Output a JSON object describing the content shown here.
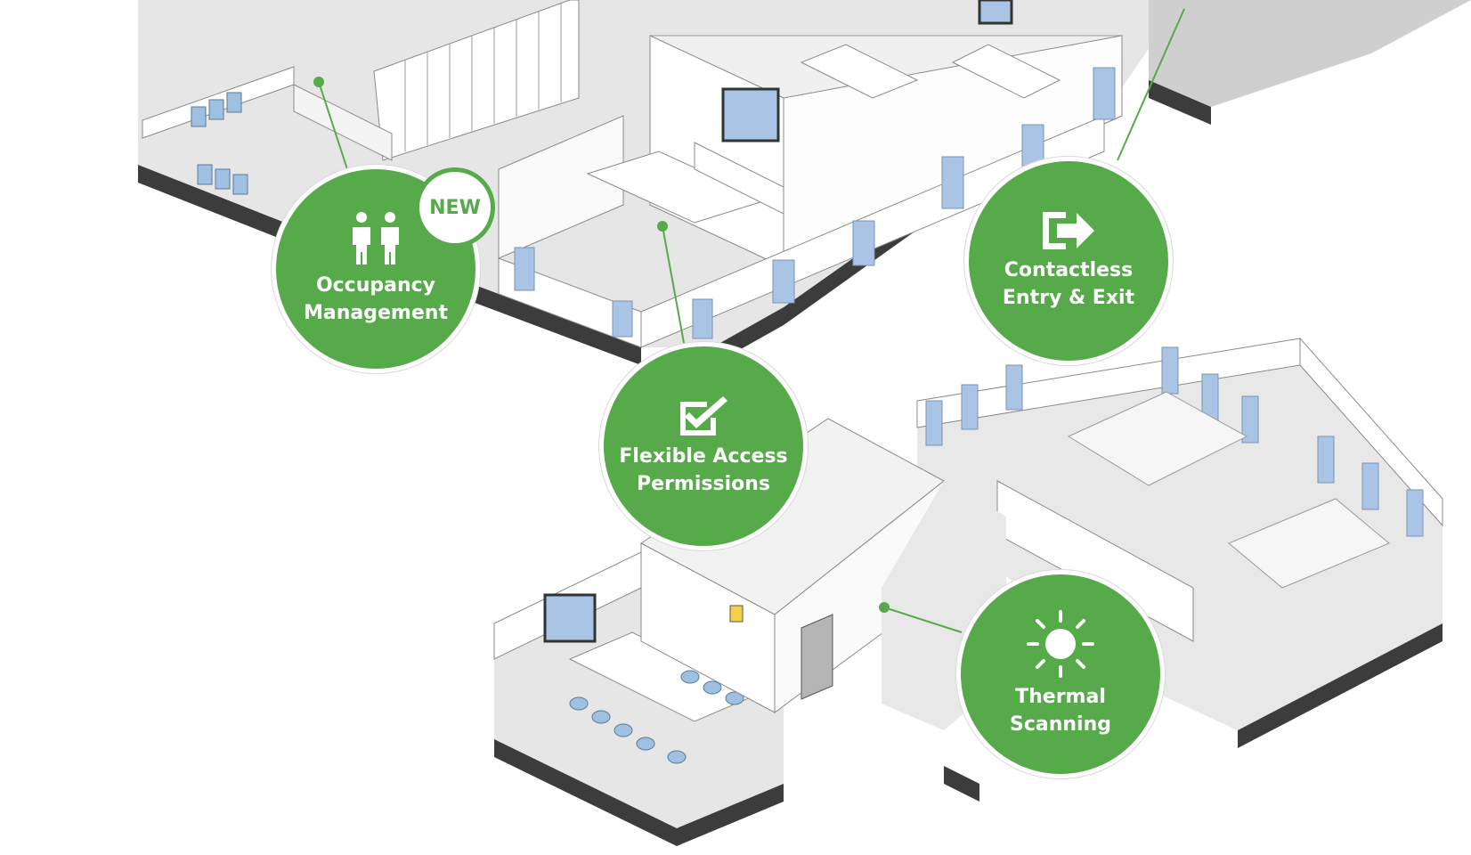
{
  "accent_color": "#56aa4a",
  "features": [
    {
      "id": "occupancy",
      "icon": "people-icon",
      "line1": "Occupancy",
      "line2": "Management",
      "badge": "NEW"
    },
    {
      "id": "access",
      "icon": "checkbox-icon",
      "line1": "Flexible Access",
      "line2": "Permissions"
    },
    {
      "id": "entry",
      "icon": "exit-arrow-icon",
      "line1": "Contactless",
      "line2": "Entry & Exit"
    },
    {
      "id": "thermal",
      "icon": "sun-icon",
      "line1": "Thermal",
      "line2": "Scanning"
    }
  ]
}
